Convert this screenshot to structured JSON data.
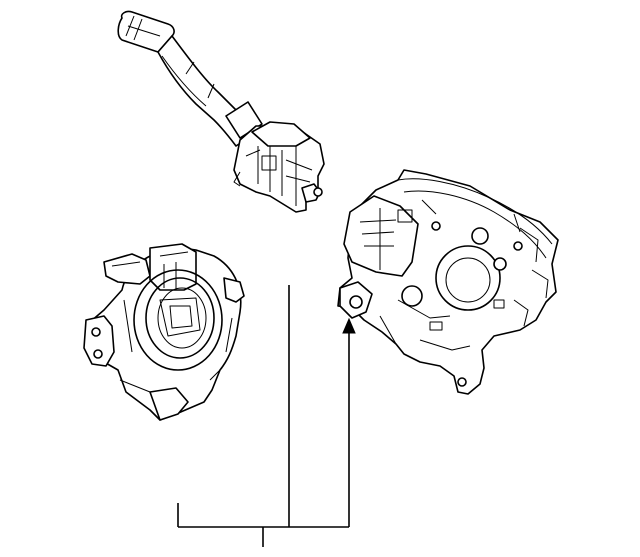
{
  "diagram": {
    "parts": [
      {
        "name": "turn-signal-lever-switch"
      },
      {
        "name": "clock-spring"
      },
      {
        "name": "combination-switch-housing"
      }
    ],
    "callout": {
      "label": ""
    }
  },
  "colors": {
    "line": "#000000",
    "background": "#ffffff"
  }
}
